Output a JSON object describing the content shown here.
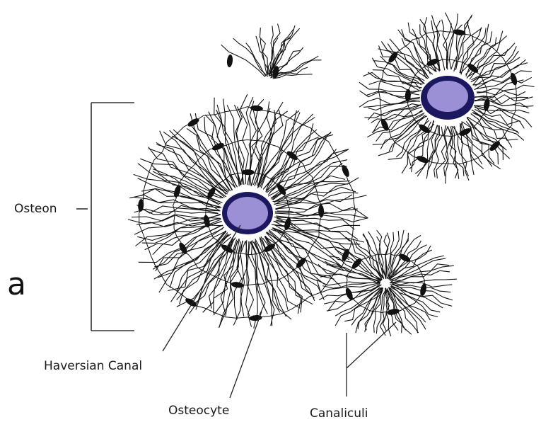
{
  "figure_letter": "a",
  "labels": {
    "osteon": "Osteon",
    "haversian_canal": "Haversian Canal",
    "osteocyte": "Osteocyte",
    "canaliculi": "Canaliculi"
  },
  "colors": {
    "canal_fill": "#9b8fd6",
    "canal_ring": "#1c1860",
    "ink": "#111111"
  }
}
